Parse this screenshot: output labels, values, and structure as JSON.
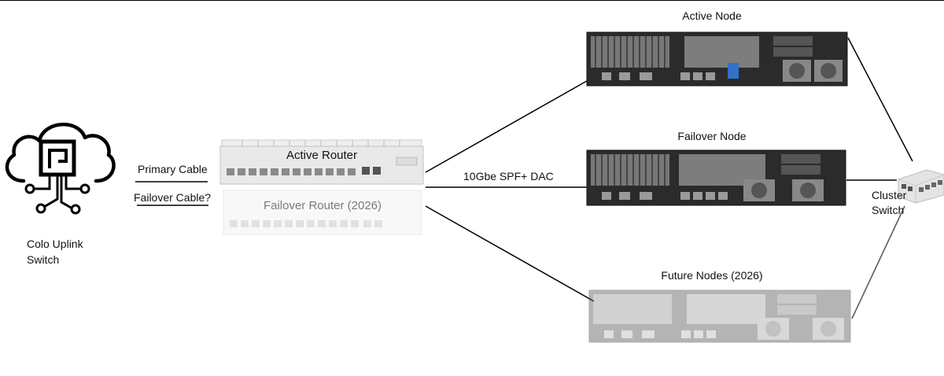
{
  "nodes": {
    "uplink": {
      "label_line1": "Colo Uplink",
      "label_line2": "Switch",
      "icon": "cloud-network-icon"
    },
    "active_router": {
      "label": "Active Router"
    },
    "failover_router": {
      "label": "Failover Router (2026)"
    },
    "active_node": {
      "label": "Active Node"
    },
    "failover_node": {
      "label": "Failover Node"
    },
    "future_nodes": {
      "label": "Future Nodes (2026)"
    },
    "cluster_switch": {
      "label_line1": "Cluster",
      "label_line2": "Switch"
    }
  },
  "links": {
    "primary_cable": "Primary Cable",
    "failover_cable": "Failover Cable?",
    "dac": "10Gbe SPF+ DAC"
  },
  "colors": {
    "line": "#000000",
    "router_body": "#e6e6e6",
    "server_body": "#2a2a2a",
    "cloud_stroke": "#000000"
  }
}
